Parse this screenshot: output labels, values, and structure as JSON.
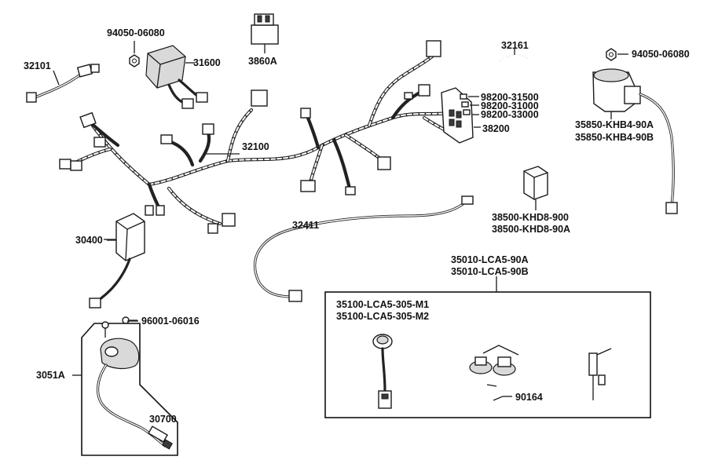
{
  "labels": {
    "p32101": "32101",
    "p94050_left": "94050-06080",
    "p31600": "31600",
    "p3860A": "3860A",
    "p32161": "32161",
    "p94050_right": "94050-06080",
    "p98200_31500": "98200-31500",
    "p98200_31000": "98200-31000",
    "p98200_33000": "98200-33000",
    "p38200": "38200",
    "p35850_a": "35850-KHB4-90A",
    "p35850_b": "35850-KHB4-90B",
    "p32100": "32100",
    "p38500_a": "38500-KHD8-900",
    "p38500_b": "38500-KHD8-90A",
    "p32411": "32411",
    "p30400": "30400",
    "p35010_a": "35010-LCA5-90A",
    "p35010_b": "35010-LCA5-90B",
    "p35100_a": "35100-LCA5-305-M1",
    "p35100_b": "35100-LCA5-305-M2",
    "p96001": "96001-06016",
    "p3051A": "3051A",
    "p30700": "30700",
    "p90164": "90164"
  }
}
